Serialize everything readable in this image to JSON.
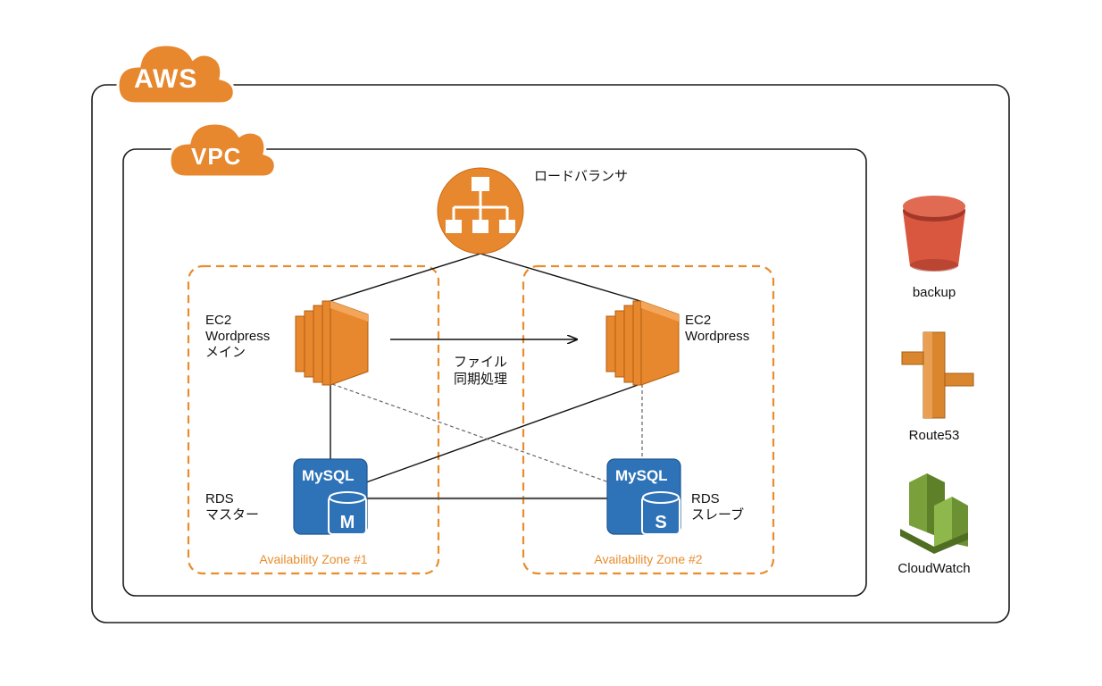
{
  "colors": {
    "orange": "#e7872e",
    "orange_dark": "#c96b14",
    "mysql_blue": "#2e73b8",
    "s3_red": "#d9573f",
    "route53_orange": "#d9862f",
    "cloudwatch_green": "#7aa03c",
    "frame": "#1a1a1a"
  },
  "icons": {
    "aws_cloud": "cloud-icon",
    "vpc_cloud": "cloud-icon",
    "load_balancer": "elb-icon",
    "ec2": "ec2-icon",
    "rds": "mysql-db-icon",
    "s3": "s3-bucket-icon",
    "route53": "route53-icon",
    "cloudwatch": "cloudwatch-icon"
  },
  "aws": {
    "label": "AWS"
  },
  "vpc": {
    "label": "VPC"
  },
  "load_balancer": {
    "label": "ロードバランサ"
  },
  "sync": {
    "line1": "ファイル",
    "line2": "同期処理"
  },
  "zone1": {
    "title": "Availability Zone #1",
    "ec2": {
      "line1": "EC2",
      "line2": "Wordpress",
      "line3": "メイン"
    },
    "rds": {
      "line1": "RDS",
      "line2": "マスター",
      "mysql": "MySQL",
      "badge": "M"
    }
  },
  "zone2": {
    "title": "Availability Zone #2",
    "ec2": {
      "line1": "EC2",
      "line2": "Wordpress"
    },
    "rds": {
      "line1": "RDS",
      "line2": "スレーブ",
      "mysql": "MySQL",
      "badge": "S"
    }
  },
  "services": {
    "backup": "backup",
    "route53": "Route53",
    "cloudwatch": "CloudWatch"
  }
}
